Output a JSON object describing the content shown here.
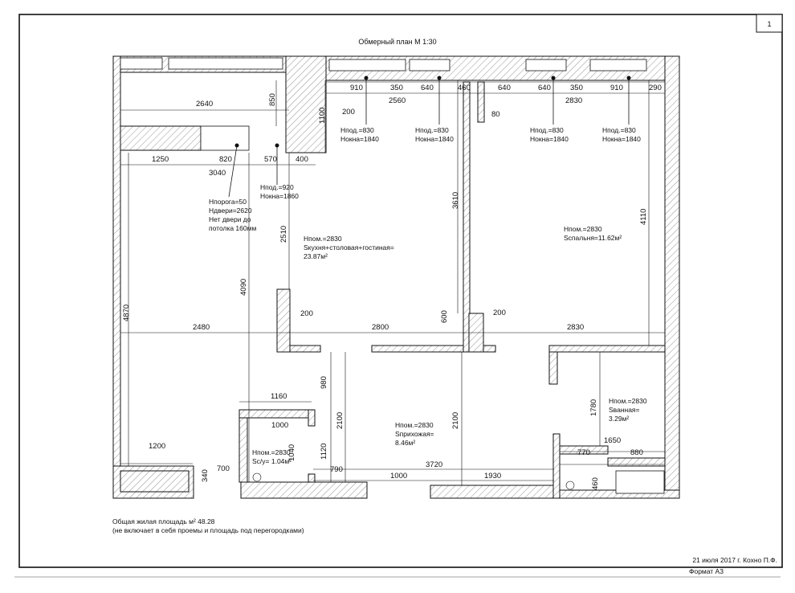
{
  "sheet": {
    "number": "1",
    "title": "Обмерный план М 1:30",
    "footer_date_author": "21 июля 2017 г.  Кохно П.Ф.",
    "format": "Формат А3"
  },
  "area": {
    "line1": "Общая жилая площадь м² 48.28",
    "line2": "(не включает в себя проемы и площадь под перегородками)"
  },
  "rooms": {
    "living": {
      "h": "Нпом.=2830",
      "name": "Sкухня+столовая+гостиная=",
      "area": "23.87м²"
    },
    "bedroom": {
      "h": "Нпом.=2830",
      "name": "Sспальня=11.62м²"
    },
    "hall": {
      "h": "Нпом.=2830",
      "name": "Sприхожая=",
      "area": "8.46м²"
    },
    "bath": {
      "h": "Нпом.=2830",
      "name": "Sванная=",
      "area": "3.29м²"
    },
    "wc": {
      "h": "Нпом.=2830",
      "name": "Sс/у= 1.04м²"
    }
  },
  "windows": [
    {
      "sill": "Нпод.=830",
      "top": "Нокна=1840"
    },
    {
      "sill": "Нпод.=830",
      "top": "Нокна=1840"
    },
    {
      "sill": "Нпод.=830",
      "top": "Нокна=1840"
    },
    {
      "sill": "Нпод.=830",
      "top": "Нокна=1840"
    },
    {
      "sill": "Нпод.=920",
      "top": "Нокна=1860"
    }
  ],
  "door_note": {
    "l1": "Нпорога=50",
    "l2": "Ндвери=2620",
    "l3": "Нет двери до",
    "l4": "потолка 160мм"
  },
  "dims": {
    "d910a": "910",
    "d350a": "350",
    "d640a": "640",
    "d460": "460",
    "d640b": "640",
    "d640c": "640",
    "d350b": "350",
    "d910b": "910",
    "d290": "290",
    "d2560": "2560",
    "d2830a": "2830",
    "d80": "80",
    "d200a": "200",
    "d1100": "1100",
    "d850": "850",
    "d2640": "2640",
    "d1250": "1250",
    "d820": "820",
    "d570": "570",
    "d400": "400",
    "d3040": "3040",
    "d3610": "3610",
    "d4110": "4110",
    "d2510": "2510",
    "d4090": "4090",
    "d4870": "4870",
    "d2480": "2480",
    "d2800": "2800",
    "d2830b": "2830",
    "d200b": "200",
    "d600": "600",
    "d200c": "200",
    "d980": "980",
    "d1160": "1160",
    "d1000a": "1000",
    "d2100a": "2100",
    "d2100b": "2100",
    "d1120": "1120",
    "d1040": "1040",
    "d1200": "1200",
    "d700": "700",
    "d340": "340",
    "d790": "790",
    "d3720": "3720",
    "d1000b": "1000",
    "d1930": "1930",
    "d1780": "1780",
    "d1650": "1650",
    "d770": "770",
    "d880": "880",
    "d460b": "460"
  }
}
